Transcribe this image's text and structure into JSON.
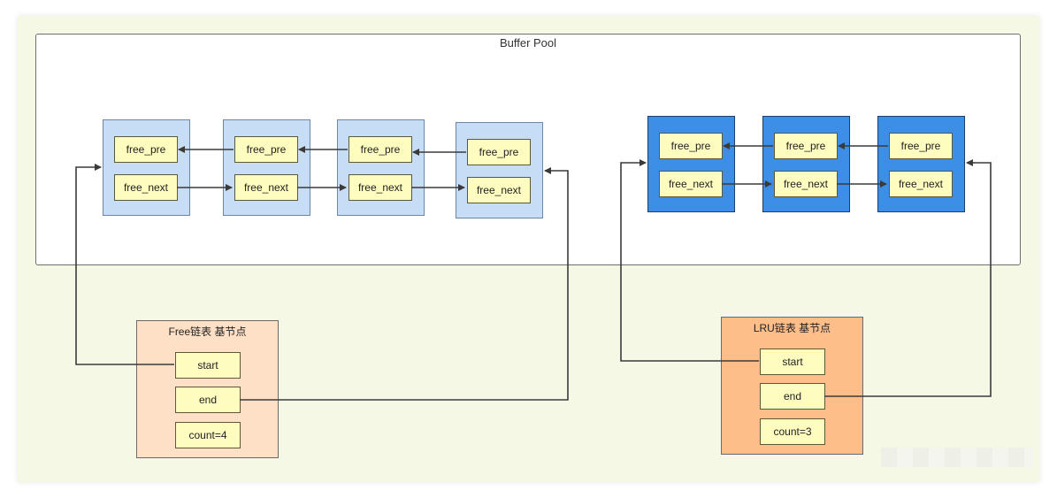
{
  "buffer_pool": {
    "title": "Buffer Pool",
    "free_nodes": [
      {
        "pre": "free_pre",
        "next": "free_next"
      },
      {
        "pre": "free_pre",
        "next": "free_next"
      },
      {
        "pre": "free_pre",
        "next": "free_next"
      },
      {
        "pre": "free_pre",
        "next": "free_next"
      }
    ],
    "lru_nodes": [
      {
        "pre": "free_pre",
        "next": "free_next"
      },
      {
        "pre": "free_pre",
        "next": "free_next"
      },
      {
        "pre": "free_pre",
        "next": "free_next"
      }
    ]
  },
  "free_list_base": {
    "title": "Free链表 基节点",
    "start": "start",
    "end": "end",
    "count": "count=4"
  },
  "lru_list_base": {
    "title": "LRU链表 基节点",
    "start": "start",
    "end": "end",
    "count": "count=3"
  },
  "colors": {
    "free_node_fill": "#c7dcf5",
    "lru_node_fill": "#3d8ee6",
    "field_fill": "#fffcc0",
    "free_base_fill": "#fde0c6",
    "lru_base_fill": "#fdbe8a",
    "background": "#f6f8e6"
  }
}
